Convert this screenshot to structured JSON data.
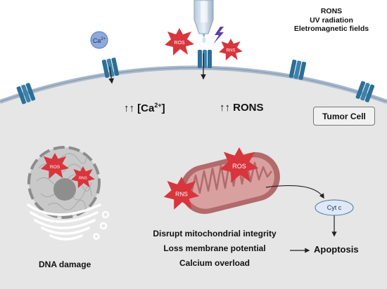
{
  "stimuli": [
    "RONS",
    "UV radiation",
    "Eletromagnetic fields"
  ],
  "ion_label": "Ca",
  "ion_charge": "2+",
  "ca_arrows": "↑↑",
  "ca_bracket_open": "[Ca",
  "ca_bracket_close": "]",
  "rons_arrows": "↑↑",
  "rons_text": "RONS",
  "tumor_cell": "Tumor Cell",
  "ros": "ROS",
  "rns": "RNS",
  "cyt_c": "Cyt c",
  "dna_damage": "DNA damage",
  "effects": [
    "Disrupt mitochondrial integrity",
    "Loss membrane potential",
    "Calcium overload"
  ],
  "apoptosis": "Apoptosis",
  "colors": {
    "cytoplasm": "#e6e6e6",
    "membrane": "#a9b9cc",
    "channel": "#2d6f96",
    "burst": "#d8353c",
    "mito_outer": "#b26a6a",
    "mito_inner": "#d9a0a0",
    "lightning": "#5b3fa8",
    "ion": "#8ea9dc",
    "cytc": "#dde9f7"
  }
}
